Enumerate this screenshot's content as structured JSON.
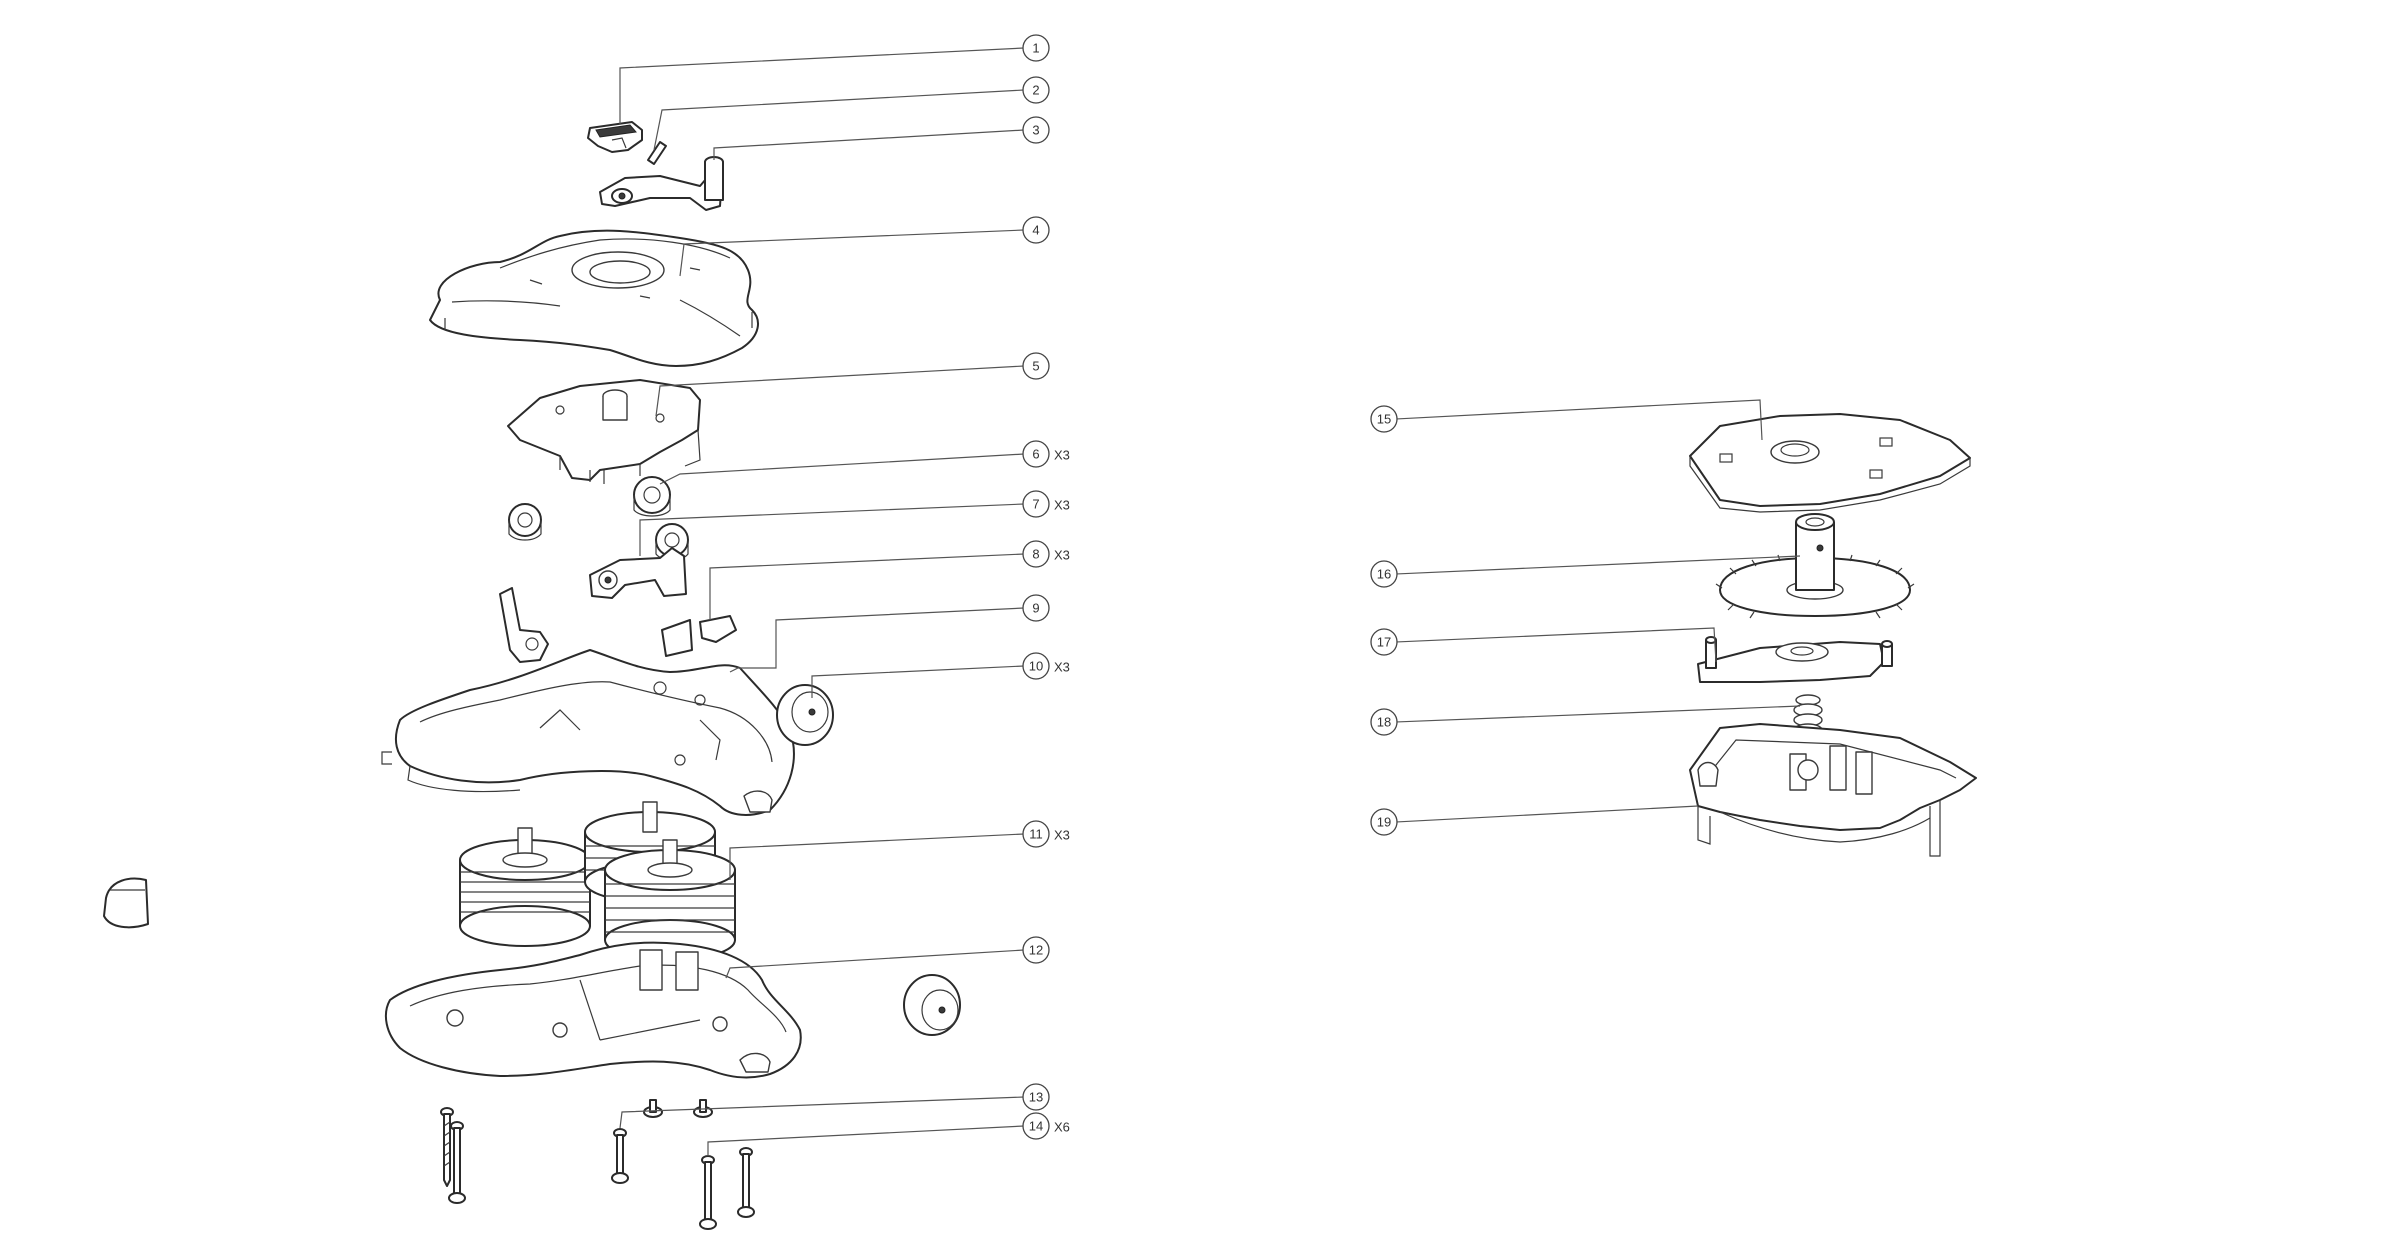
{
  "callouts": [
    {
      "id": "1",
      "label": "1",
      "qty": ""
    },
    {
      "id": "2",
      "label": "2",
      "qty": ""
    },
    {
      "id": "3",
      "label": "3",
      "qty": ""
    },
    {
      "id": "4",
      "label": "4",
      "qty": ""
    },
    {
      "id": "5",
      "label": "5",
      "qty": ""
    },
    {
      "id": "6",
      "label": "6",
      "qty": "X3"
    },
    {
      "id": "7",
      "label": "7",
      "qty": "X3"
    },
    {
      "id": "8",
      "label": "8",
      "qty": "X3"
    },
    {
      "id": "9",
      "label": "9",
      "qty": ""
    },
    {
      "id": "10",
      "label": "10",
      "qty": "X3"
    },
    {
      "id": "11",
      "label": "11",
      "qty": "X3"
    },
    {
      "id": "12",
      "label": "12",
      "qty": ""
    },
    {
      "id": "13",
      "label": "13",
      "qty": ""
    },
    {
      "id": "14",
      "label": "14",
      "qty": "X6"
    },
    {
      "id": "15",
      "label": "15",
      "qty": ""
    },
    {
      "id": "16",
      "label": "16",
      "qty": ""
    },
    {
      "id": "17",
      "label": "17",
      "qty": ""
    },
    {
      "id": "18",
      "label": "18",
      "qty": ""
    },
    {
      "id": "19",
      "label": "19",
      "qty": ""
    }
  ]
}
